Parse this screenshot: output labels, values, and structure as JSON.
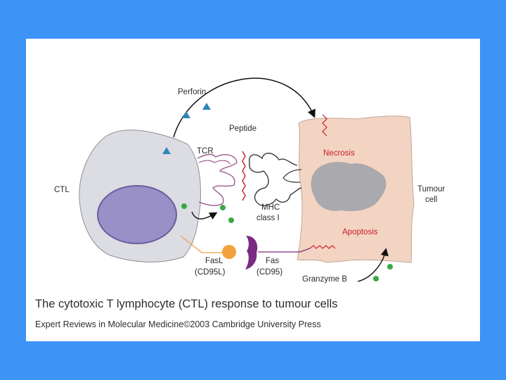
{
  "figure": {
    "labels": {
      "perforin": "Perforin",
      "peptide": "Peptide",
      "tcr": "TCR",
      "ctl": "CTL",
      "necrosis": "Necrosis",
      "tumour_line1": "Tumour",
      "tumour_line2": "cell",
      "mhc_line1": "MHC",
      "mhc_line2": "class I",
      "apoptosis": "Apoptosis",
      "fasl_line1": "FasL",
      "fasl_line2": "(CD95L)",
      "fas_line1": "Fas",
      "fas_line2": "(CD95)",
      "granzyme": "Granzyme B"
    },
    "caption": "The cytotoxic T lymphocyte (CTL) response to tumour cells",
    "credit": "Expert Reviews in Molecular Medicine©2003 Cambridge University Press"
  },
  "colors": {
    "background": "#3d94f6",
    "panel": "#ffffff",
    "ctl_cell": "#dcdce3",
    "ctl_nucleus": "#9a90c8",
    "tumour_cell": "#f3d4c2",
    "tumour_nucleus": "#a9a9ae",
    "perforin": "#2e86b8",
    "granzyme": "#3aa845",
    "fasl": "#f2a23c",
    "fas": "#7a2a82",
    "tcr": "#9a5a90",
    "peptide": "#c41e2a"
  }
}
